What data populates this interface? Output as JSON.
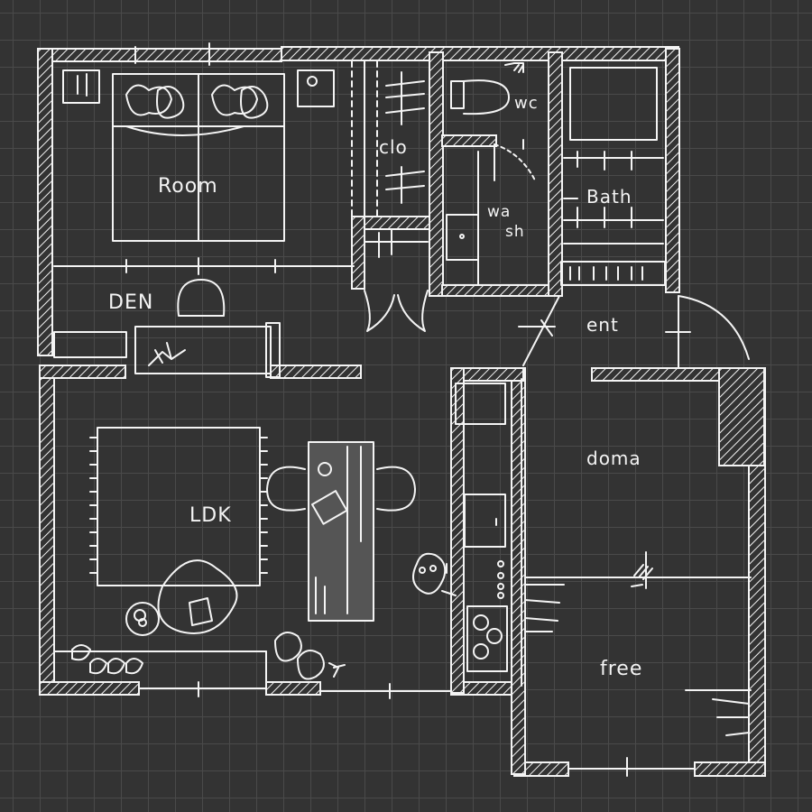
{
  "colors": {
    "background": "#333333",
    "grid": "#4a4a4a",
    "chalk": "#f4f4f4",
    "table_fill": "#555555"
  },
  "rooms": {
    "room": "Room",
    "clo": "clo",
    "wc": "wc",
    "wash_line1": "wa",
    "wash_line2": "sh",
    "bath": "Bath",
    "den": "DEN",
    "ent": "ent",
    "doma": "doma",
    "ldk": "LDK",
    "free": "free"
  }
}
